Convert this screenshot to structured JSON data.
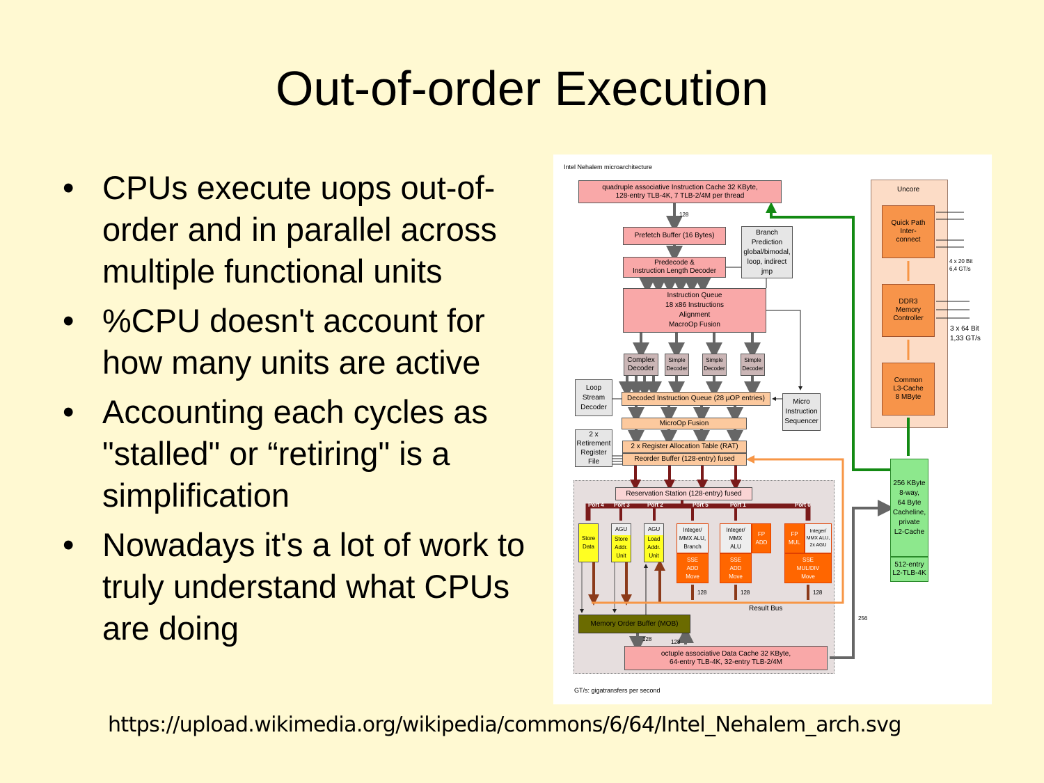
{
  "slide": {
    "title": "Out-of-order Execution",
    "bullets": [
      "CPUs execute uops out-of-order and in parallel across multiple functional units",
      "%CPU doesn't account for how many units are active",
      "Accounting each cycles as \"stalled\" or “retiring\" is a simplification",
      "Nowadays it's a lot of work to truly understand what CPUs are doing"
    ],
    "bullet_glyph": "•",
    "source_url": "https://upload.wikimedia.org/wikipedia/commons/6/64/Intel_Nehalem_arch.svg"
  },
  "diagram": {
    "title": "Intel Nehalem microarchitecture",
    "icache": [
      "quadruple associative Instruction Cache 32 KByte,",
      "128-entry TLB-4K, 7 TLB-2/4M per thread"
    ],
    "prefetch": "Prefetch Buffer (16 Bytes)",
    "branch": [
      "Branch",
      "Prediction",
      "global/bimodal,",
      "loop, indirect",
      "jmp"
    ],
    "predecode": [
      "Predecode &",
      "Instruction Length Decoder"
    ],
    "iqueue": [
      "Instruction Queue",
      "18 x86 Instructions",
      "Alignment",
      "MacroOp Fusion"
    ],
    "decoders": [
      [
        "Complex",
        "Decoder"
      ],
      [
        "Simple",
        "Decoder"
      ],
      [
        "Simple",
        "Decoder"
      ],
      [
        "Simple",
        "Decoder"
      ]
    ],
    "loop_stream": [
      "Loop",
      "Stream",
      "Decoder"
    ],
    "diq": "Decoded Instruction Queue (28 µOP entries)",
    "micro_seq": [
      "Micro",
      "Instruction",
      "Sequencer"
    ],
    "microop_fusion": "MicroOp Fusion",
    "retirement": [
      "2 x",
      "Retirement",
      "Register",
      "File"
    ],
    "rat": "2 x Register Allocation Table (RAT)",
    "rob": "Reorder Buffer (128-entry) fused",
    "rs": "Reservation Station (128-entry) fused",
    "ports": [
      "Port 4",
      "Port 3",
      "Port 2",
      "Port 5",
      "Port 1",
      "Port 0"
    ],
    "store_data": [
      "Store",
      "Data"
    ],
    "agu": "AGU",
    "store_addr": [
      "Store",
      "Addr.",
      "Unit"
    ],
    "load_addr": [
      "Load",
      "Addr.",
      "Unit"
    ],
    "p5_int": [
      "Integer/",
      "MMX ALU,",
      "Branch"
    ],
    "p5_sse": [
      "SSE",
      "ADD",
      "Move"
    ],
    "p1_int": [
      "Integer/",
      "MMX",
      "ALU"
    ],
    "p1_fp": [
      "FP",
      "ADD"
    ],
    "p1_sse": [
      "SSE",
      "ADD",
      "Move"
    ],
    "p0_fp": [
      "FP",
      "MUL"
    ],
    "p0_int": [
      "Integer/",
      "MMX ALU,",
      "2x AGU"
    ],
    "p0_sse": [
      "SSE",
      "MUL/DIV",
      "Move"
    ],
    "bus_width": "128",
    "l2_bus_width": "256",
    "result_bus": "Result Bus",
    "mob": "Memory Order Buffer (MOB)",
    "dcache": [
      "octuple associative Data Cache 32 KByte,",
      "64-entry TLB-4K, 32-entry TLB-2/4M"
    ],
    "uncore": "Uncore",
    "qpi": [
      "Quick Path",
      "Inter-",
      "connect"
    ],
    "qpi_rate": [
      "4 x 20 Bit",
      "6,4 GT/s"
    ],
    "ddr3": [
      "DDR3",
      "Memory",
      "Controller"
    ],
    "ddr3_rate": [
      "3 x 64 Bit",
      "1,33 GT/s"
    ],
    "l3": [
      "Common",
      "L3-Cache",
      "8 MByte"
    ],
    "l2": [
      "256 KByte",
      "8-way,",
      "64 Byte",
      "Cacheline,",
      "private",
      "L2-Cache"
    ],
    "l2tlb": [
      "512-entry",
      "L2-TLB-4K"
    ],
    "footnote": "GT/s: gigatransfers per second"
  }
}
